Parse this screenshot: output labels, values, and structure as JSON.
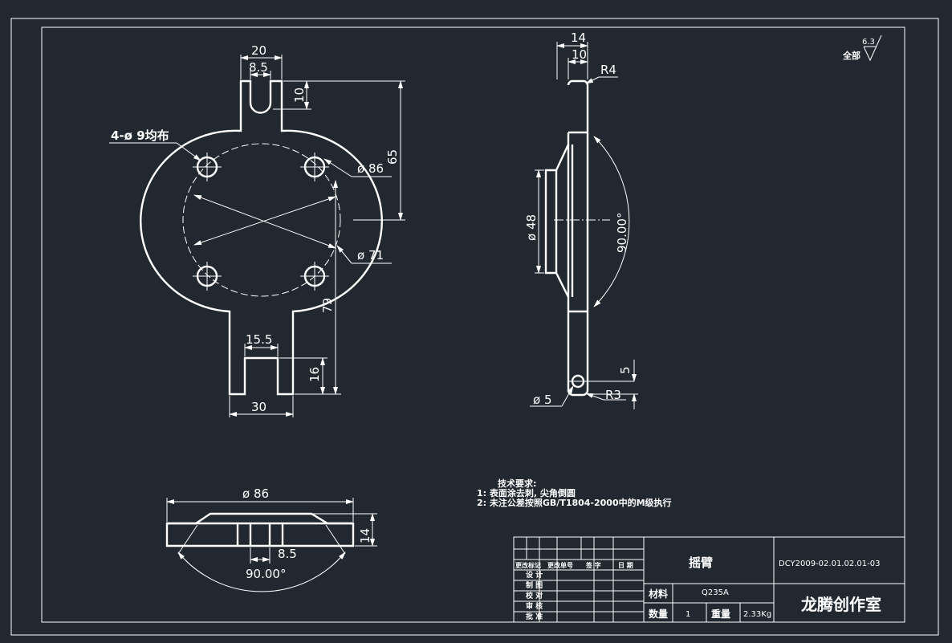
{
  "drawing": {
    "front_view": {
      "top_width": "20",
      "slot_width": "8.5",
      "slot_depth": "10",
      "top_height": "65",
      "holes_note": "4-ø 9均布",
      "bolt_circle": "ø 86",
      "inner_circle": "ø 71",
      "bottom_height": "79",
      "bottom_slot_width": "15.5",
      "bottom_slot_depth": "16",
      "bottom_width": "30"
    },
    "side_view": {
      "total_thickness": "14",
      "plate_thickness": "10",
      "top_radius": "R4",
      "boss_diameter": "ø 48",
      "angle": "90.00°",
      "hole_offset": "5",
      "hole_diameter": "ø 5",
      "bottom_radius": "R3"
    },
    "bottom_view": {
      "diameter": "ø 86",
      "thickness": "14",
      "center_width": "8.5",
      "angle": "90.00°"
    },
    "surface_roughness": {
      "label": "全部",
      "value": "6.3"
    },
    "notes": {
      "title": "技术要求:",
      "lines": [
        "1: 表面涂去刺, 尖角倒圆",
        "2: 未注公差按照GB/T1804-2000中的M级执行"
      ]
    },
    "title_block": {
      "part_name": "摇臂",
      "drawing_number": "DCY2009-02.01.02.01-03",
      "material_label": "材料",
      "material": "Q235A",
      "quantity_label": "数量",
      "quantity": "1",
      "weight_label": "重量",
      "weight": "2.33Kg",
      "company": "龙腾创作室",
      "rev_headers": [
        "更改标记",
        "更改单号",
        "签 字",
        "日 期"
      ],
      "roles": [
        "设 计",
        "制 图",
        "校 对",
        "审 核",
        "批 准"
      ]
    }
  }
}
